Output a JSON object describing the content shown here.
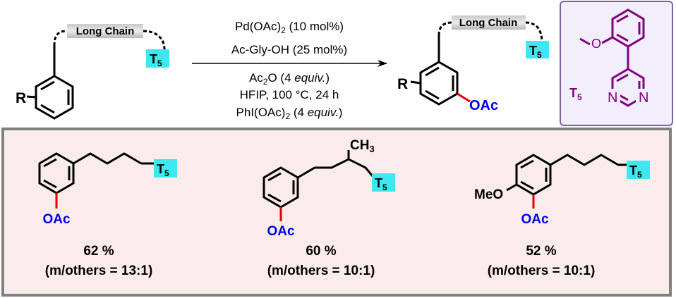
{
  "reaction": {
    "sm_R": "R",
    "long_chain_label": "Long Chain",
    "t5_label": {
      "T": "T",
      "sub": "5"
    },
    "conditions": [
      {
        "id": "line1",
        "parts": [
          {
            "t": "Pd(OAc)"
          },
          {
            "t": "2",
            "sub": true
          },
          {
            "t": " (10 mol%)"
          }
        ]
      },
      {
        "id": "line2",
        "parts": [
          {
            "t": "Ac-Gly-OH (25 mol%)"
          }
        ]
      },
      {
        "id": "line3",
        "parts": [
          {
            "t": "Ac"
          },
          {
            "t": "2",
            "sub": true
          },
          {
            "t": "O (4 "
          },
          {
            "t": "equiv.",
            "it": true
          },
          {
            "t": ")"
          }
        ]
      },
      {
        "id": "line4",
        "parts": [
          {
            "t": "HFIP, 100 °C, 24 h"
          }
        ]
      },
      {
        "id": "line5",
        "parts": [
          {
            "t": "PhI(OAc)"
          },
          {
            "t": "2",
            "sub": true
          },
          {
            "t": " (4 "
          },
          {
            "t": "equiv.",
            "it": true
          },
          {
            "t": ")"
          }
        ]
      }
    ],
    "product_R": "R",
    "product_oac": "OAc",
    "template_label": {
      "T": "T",
      "sub": "5"
    },
    "template_N1": "N",
    "template_N2": "N"
  },
  "examples": [
    {
      "oac": "OAc",
      "yield": "62 %",
      "ratio": "(m/others = 13:1)"
    },
    {
      "ch3": "CH",
      "ch3_sub": "3",
      "oac": "OAc",
      "yield": "60 %",
      "ratio": "(m/others = 10:1)"
    },
    {
      "meo": "MeO",
      "oac": "OAc",
      "yield": "52 %",
      "ratio": "(m/others = 10:1)"
    }
  ],
  "colors": {
    "t5_box": "#3ee8f0",
    "oac_text": "#0000ee",
    "bond_red": "#e00000",
    "template_purple": "#800080",
    "template_box_bg": "#f3eefb",
    "template_box_border": "#7a62a8",
    "panel_bg": "#fbecec",
    "panel_border": "#808080",
    "long_chain_box": "#d3d3d3"
  }
}
